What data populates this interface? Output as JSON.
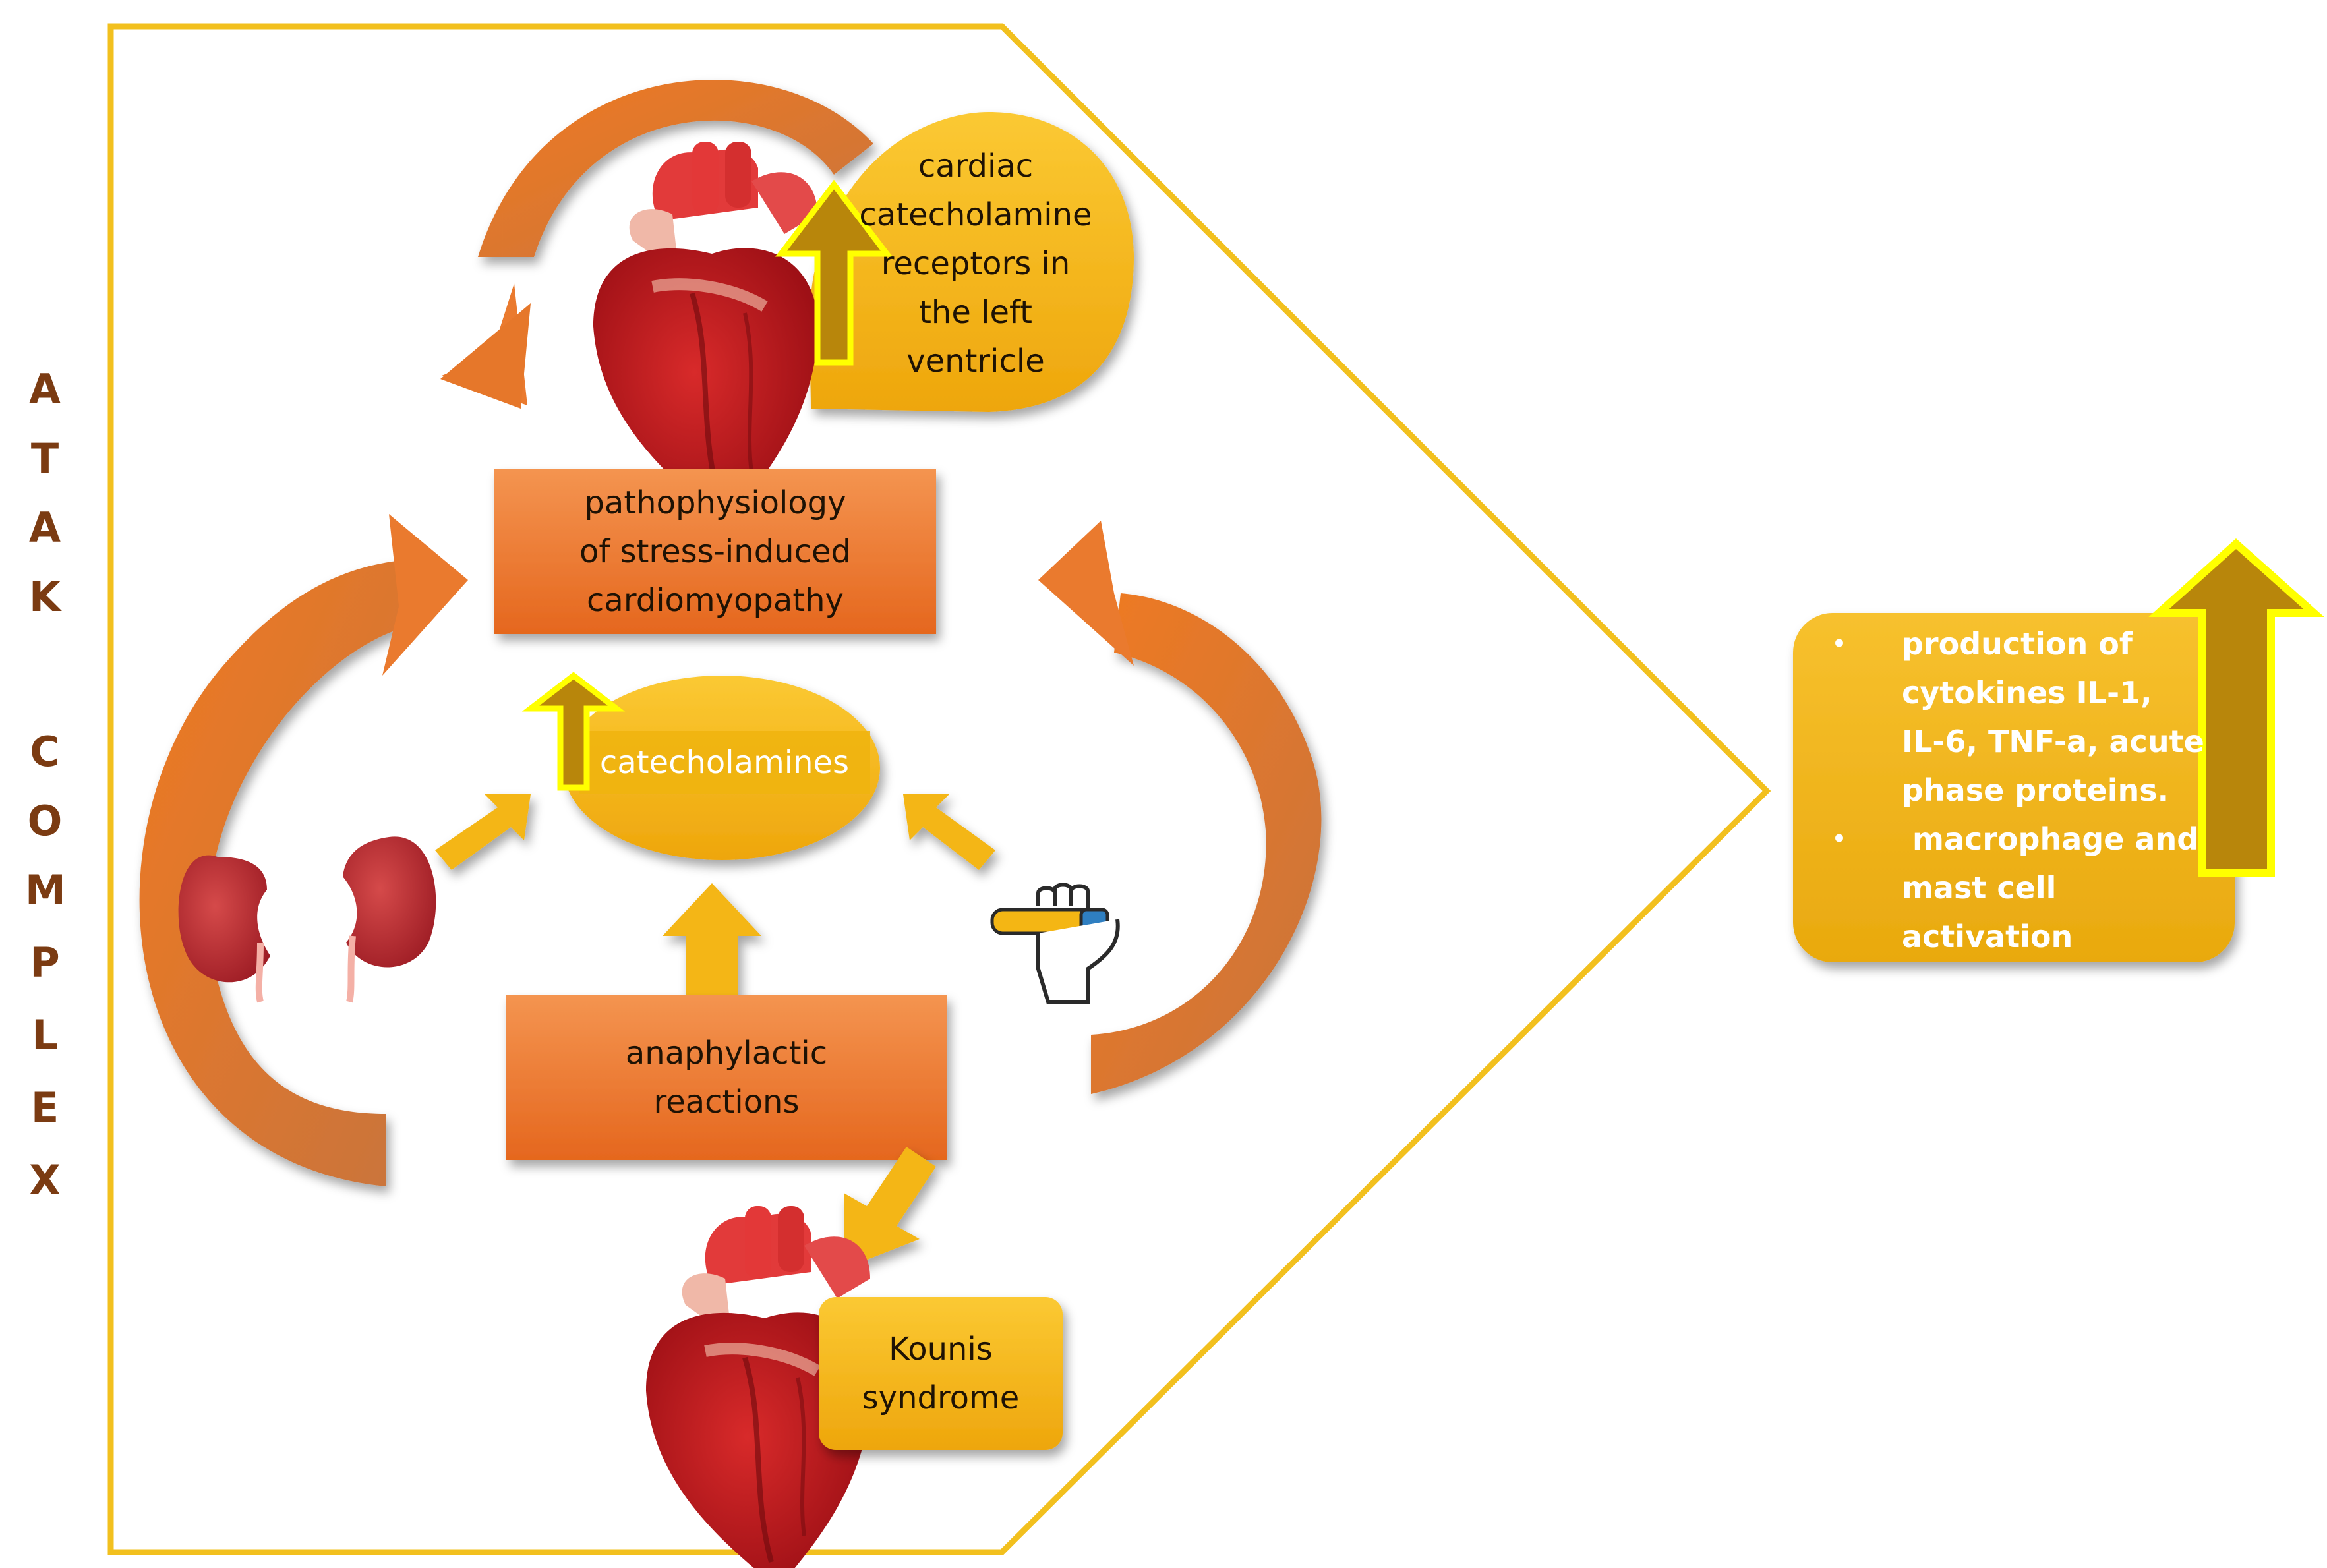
{
  "side_label": [
    "A",
    "T",
    "A",
    "K",
    "",
    "C",
    "O",
    "M",
    "P",
    "L",
    "E",
    "X"
  ],
  "receptors_label": [
    "cardiac",
    "catecholamine",
    "receptors in",
    "the left",
    "ventricle"
  ],
  "pathophysiology_label": [
    "pathophysiology",
    "of stress-induced",
    "cardiomyopathy"
  ],
  "catecholamines_label": "catecholamines",
  "anaphylactic_label": [
    "anaphylactic",
    "reactions"
  ],
  "kounis_label": [
    "Kounis",
    "syndrome"
  ],
  "effects_list": [
    {
      "bullet": "•",
      "lines": [
        "production of",
        "cytokines IL-1,",
        "IL-6, TNF-a, acute",
        "phase proteins."
      ]
    },
    {
      "bullet": "•",
      "lines": [
        " macrophage and",
        "mast cell",
        "activation"
      ]
    }
  ],
  "icons": {
    "heart_top": "heart-icon",
    "heart_bottom": "heart-icon",
    "kidneys": "kidneys-icon",
    "auto_injector": "epinephrine-auto-injector-icon",
    "up_arrows": "up-arrow-icon"
  },
  "colors": {
    "frame": "#f2c01e",
    "orange_box": "#ea7a2e",
    "yellow_box": "#f4b614",
    "curved_arrow": "#e9742a",
    "up_arrow_fill": "#b8860b",
    "up_arrow_stroke": "#ffff00",
    "side_text": "#7b3b12"
  }
}
